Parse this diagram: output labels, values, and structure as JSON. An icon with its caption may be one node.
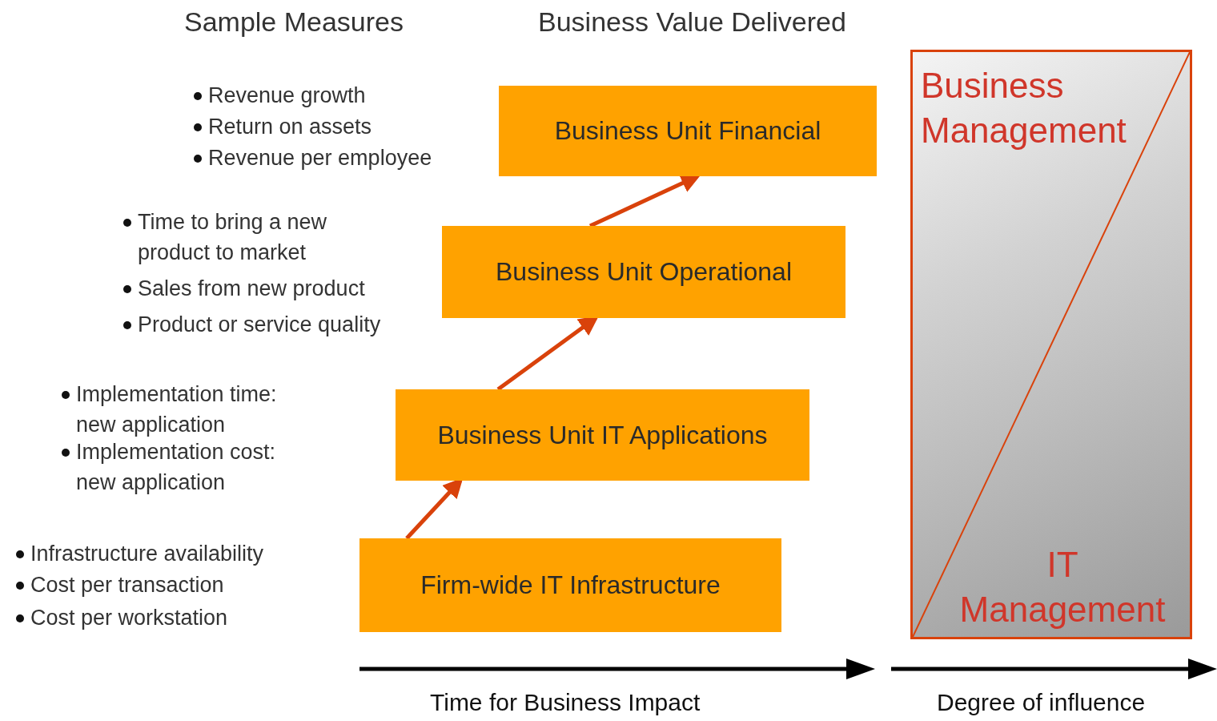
{
  "diagram": {
    "nodes": [
      {
        "text": [
          "Business Unit Financial"
        ]
      },
      {
        "text": [
          "Business Unit Operational"
        ]
      },
      {
        "text": [
          "Business Unit IT Applications"
        ]
      },
      {
        "text": [
          "Firm-wide IT Infrastructure"
        ]
      },
      {
        "text": [
          "Business Management",
          "IT Management"
        ]
      }
    ],
    "edges": [
      {
        "from": 3,
        "to": 2,
        "arrow": "to"
      },
      {
        "from": 2,
        "to": 1,
        "arrow": "to"
      },
      {
        "from": 1,
        "to": 0,
        "arrow": "to"
      }
    ],
    "labels": [
      "Sample Measures",
      "Business Value Delivered",
      "Revenue growth",
      "Return on assets",
      "Revenue per employee",
      "Time to bring a new product to market",
      "Sales from new product",
      "Product or service quality",
      "Implementation time: new application",
      "Implementation cost: new application",
      "Infrastructure availability",
      "Cost per transaction",
      "Cost per workstation",
      "Time for Business Impact",
      "Degree of influence"
    ]
  }
}
